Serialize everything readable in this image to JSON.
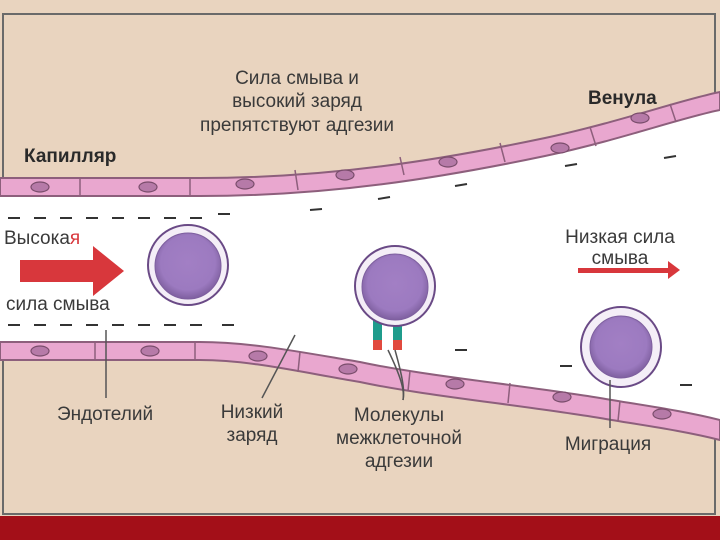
{
  "labels": {
    "top_line1": "Сила смыва и",
    "top_line2": "высокий заряд",
    "top_line3": "препятствуют адгезии",
    "capillary": "Капилляр",
    "venule": "Венула",
    "high_part1": "Высока",
    "high_part2": "я",
    "high_line2": "сила смыва",
    "low_line1": "Низкая сила",
    "low_line2": "смыва",
    "endothelium": "Эндотелий",
    "low_charge_line1": "Низкий",
    "low_charge_line2": "заряд",
    "icam_line1": "Молекулы",
    "icam_line2": "межклеточной",
    "icam_line3": "адгезии",
    "migration": "Миграция"
  },
  "colors": {
    "background": "#e8d2bd",
    "lumen": "#ffffff",
    "cell_fill": "#e9a7cf",
    "cell_stroke": "#8d5f7c",
    "nucleus": "#b67aa8",
    "leukocyte": "#a382c4",
    "arrow": "#d8373c",
    "footer": "#a30f18"
  }
}
